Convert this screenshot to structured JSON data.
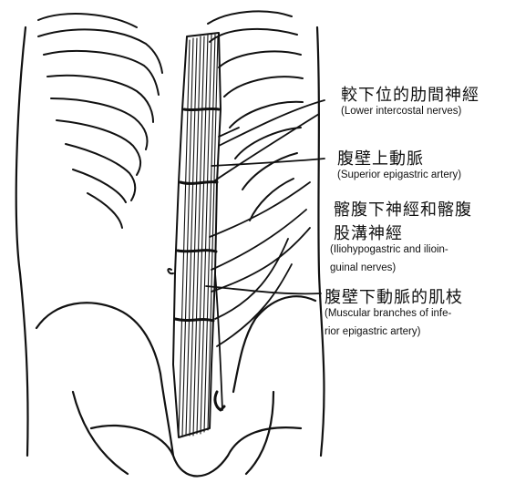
{
  "labels": {
    "lower_intercostal": {
      "zh": "較下位的肋間神經",
      "en": "(Lower intercostal nerves)"
    },
    "superior_epigastric": {
      "zh": "腹壁上動脈",
      "en": "(Superior epigastric artery)"
    },
    "iliohypogastric": {
      "zh_line1": "髂腹下神經和髂腹",
      "zh_line2": "股溝神經",
      "en_line1": "(Iliohypogastric and ilioin-",
      "en_line2": "guinal nerves)"
    },
    "muscular_branches": {
      "zh": "腹壁下動脈的肌枝",
      "en_line1": "(Muscular branches of infe-",
      "en_line2": "rior epigastric artery)"
    }
  },
  "colors": {
    "ink": "#111111",
    "background": "#ffffff"
  }
}
